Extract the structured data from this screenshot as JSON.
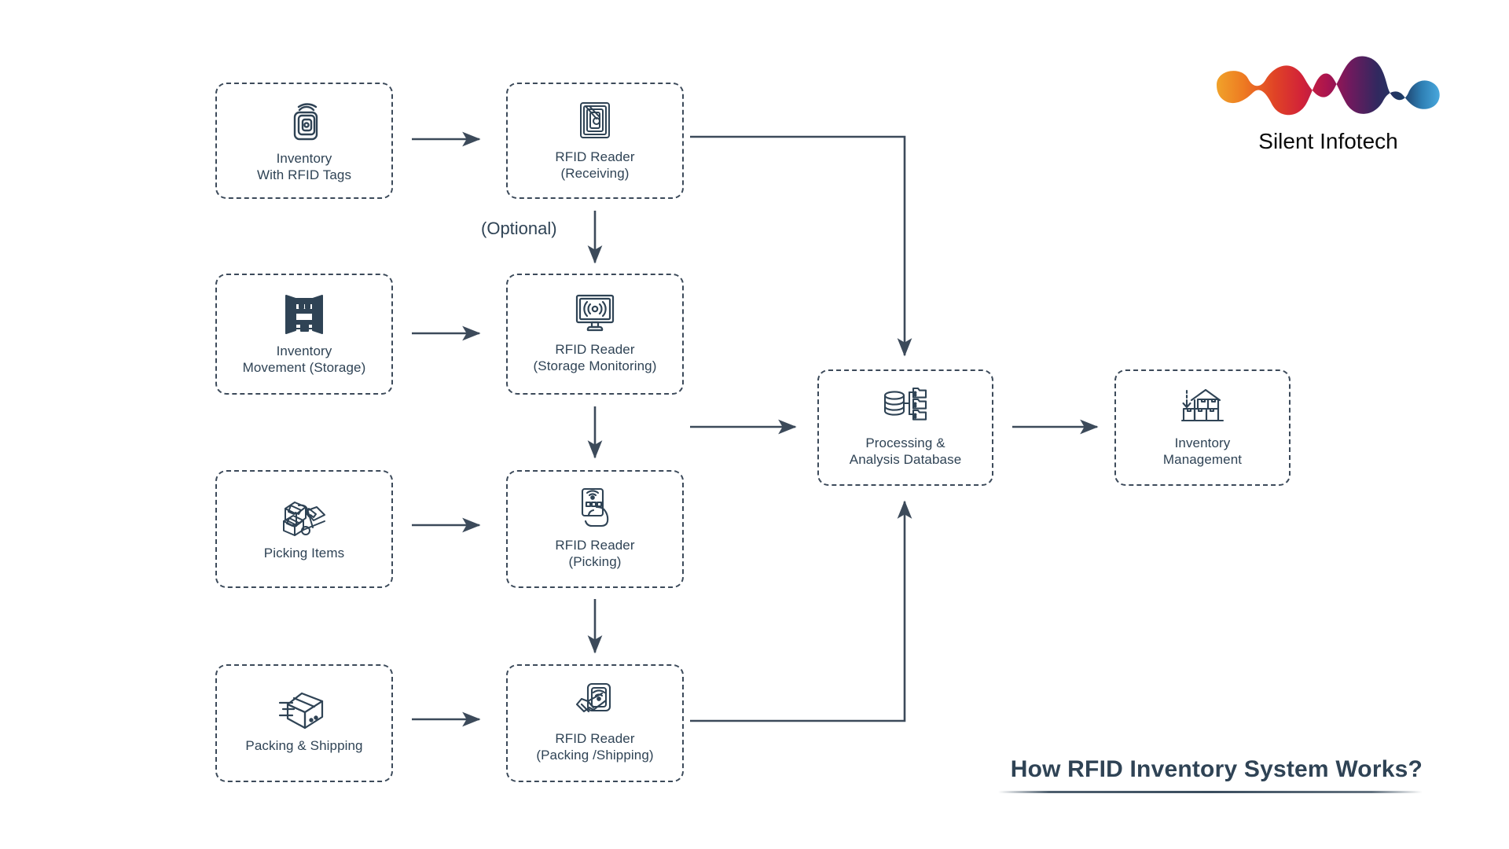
{
  "diagram": {
    "title": "How RFID Inventory System Works?",
    "optional_label": "(Optional)",
    "nodes": {
      "inventory_tags": {
        "label": "Inventory\nWith RFID Tags",
        "icon": "rfid-tag-icon"
      },
      "reader_receiving": {
        "label": "RFID Reader\n(Receiving)",
        "icon": "rfid-chip-icon"
      },
      "inventory_movement": {
        "label": "Inventory\nMovement (Storage)",
        "icon": "warehouse-racking-icon"
      },
      "reader_storage": {
        "label": "RFID Reader\n(Storage Monitoring)",
        "icon": "monitor-signal-icon"
      },
      "picking_items": {
        "label": "Picking Items",
        "icon": "boxes-handtruck-icon"
      },
      "reader_picking": {
        "label": "RFID Reader\n(Picking)",
        "icon": "handheld-scanner-icon"
      },
      "packing_shipping": {
        "label": "Packing & Shipping",
        "icon": "shipping-box-icon"
      },
      "reader_packing": {
        "label": "RFID Reader\n(Packing /Shipping)",
        "icon": "rfid-scan-hand-icon"
      },
      "processing_db": {
        "label": "Processing &\nAnalysis Database",
        "icon": "database-folders-icon"
      },
      "inventory_mgmt": {
        "label": "Inventory\nManagement",
        "icon": "warehouse-inbound-icon"
      }
    },
    "edges": [
      {
        "from": "inventory_tags",
        "to": "reader_receiving",
        "type": "arrow-right"
      },
      {
        "from": "inventory_movement",
        "to": "reader_storage",
        "type": "arrow-right"
      },
      {
        "from": "picking_items",
        "to": "reader_picking",
        "type": "arrow-right"
      },
      {
        "from": "packing_shipping",
        "to": "reader_packing",
        "type": "arrow-right"
      },
      {
        "from": "reader_receiving",
        "to": "reader_storage",
        "type": "arrow-down",
        "label": "(Optional)"
      },
      {
        "from": "reader_storage",
        "to": "reader_picking",
        "type": "arrow-down"
      },
      {
        "from": "reader_picking",
        "to": "reader_packing",
        "type": "arrow-down"
      },
      {
        "from": "reader_receiving",
        "to": "processing_db",
        "type": "elbow-right-down"
      },
      {
        "from": "reader_storage",
        "to": "processing_db",
        "type": "arrow-right"
      },
      {
        "from": "reader_packing",
        "to": "processing_db",
        "type": "elbow-right-up"
      },
      {
        "from": "processing_db",
        "to": "inventory_mgmt",
        "type": "arrow-right"
      }
    ]
  },
  "brand": {
    "name": "Silent Infotech",
    "logo": "wave-ribbon-logo",
    "colors": {
      "orange": "#ef8a22",
      "red": "#d62d3c",
      "magenta": "#9b1f5e",
      "purple": "#5a2060",
      "navy": "#1d3360",
      "blue": "#3e9fd4"
    }
  },
  "theme": {
    "stroke": "#3c4a5a",
    "text": "#2f4355",
    "background": "#ffffff"
  }
}
